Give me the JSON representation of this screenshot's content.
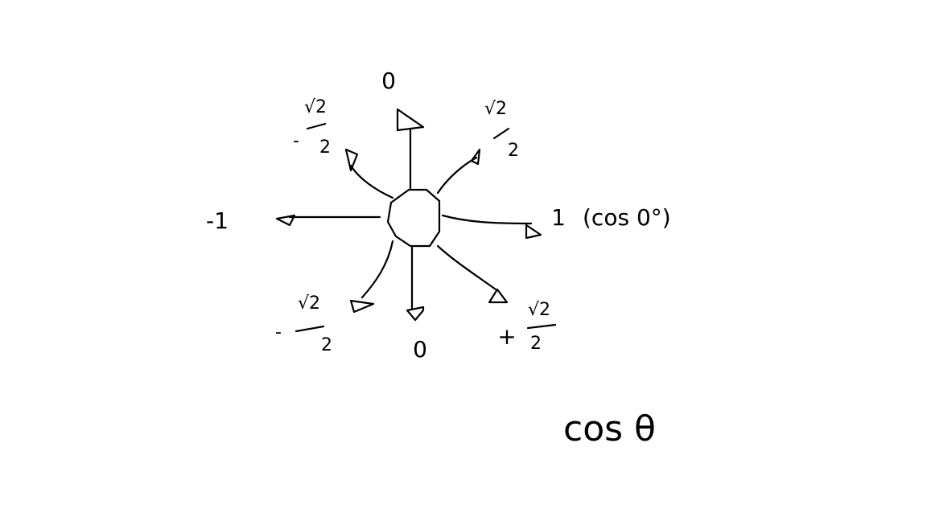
{
  "labels": {
    "up": "0",
    "down": "0",
    "right": "1",
    "right_note": "(cos 0°)",
    "left": "-1",
    "upper_left": {
      "sign": "-",
      "num": "√2",
      "den": "2"
    },
    "upper_right": {
      "sign": "",
      "num": "√2",
      "den": "2"
    },
    "lower_left": {
      "sign": "-",
      "num": "√2",
      "den": "2"
    },
    "lower_right": {
      "sign": "+",
      "num": "√2",
      "den": "2"
    },
    "footer": "cos θ"
  }
}
